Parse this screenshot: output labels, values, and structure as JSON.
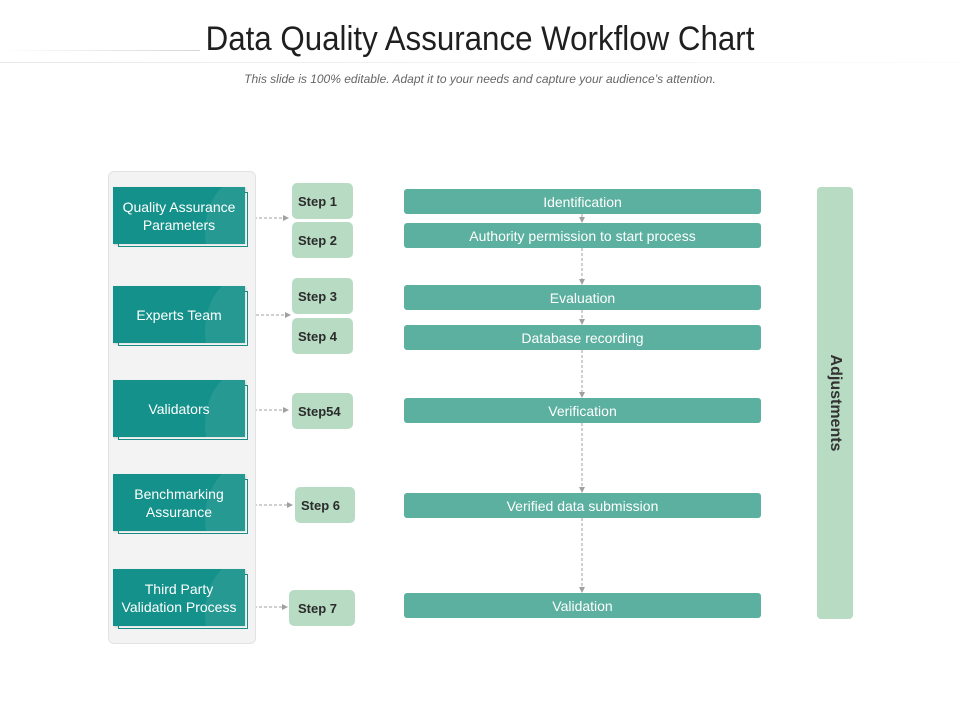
{
  "header": {
    "title": "Data Quality Assurance Workflow Chart",
    "subtitle": "This slide is 100% editable. Adapt it to your needs and capture your audience’s attention."
  },
  "roles": [
    {
      "label_lines": [
        "Quality Assurance",
        "Parameters"
      ]
    },
    {
      "label_lines": [
        "Experts Team"
      ]
    },
    {
      "label_lines": [
        "Validators"
      ]
    },
    {
      "label_lines": [
        "Benchmarking",
        "Assurance"
      ]
    },
    {
      "label_lines": [
        "Third Party",
        "Validation Process"
      ]
    }
  ],
  "steps": [
    "Step 1",
    "Step 2",
    "Step 3",
    "Step 4",
    "Step54",
    "Step 6",
    "Step 7"
  ],
  "process": [
    "Identification",
    "Authority permission to start process",
    "Evaluation",
    "Database recording",
    "Verification",
    "Verified data submission",
    "Validation"
  ],
  "side_label": "Adjustments",
  "colors": {
    "teal_dark": "#14918a",
    "teal_bar": "#5bb09f",
    "mint": "#b7dcc3",
    "connector": "#a0a0a0"
  }
}
